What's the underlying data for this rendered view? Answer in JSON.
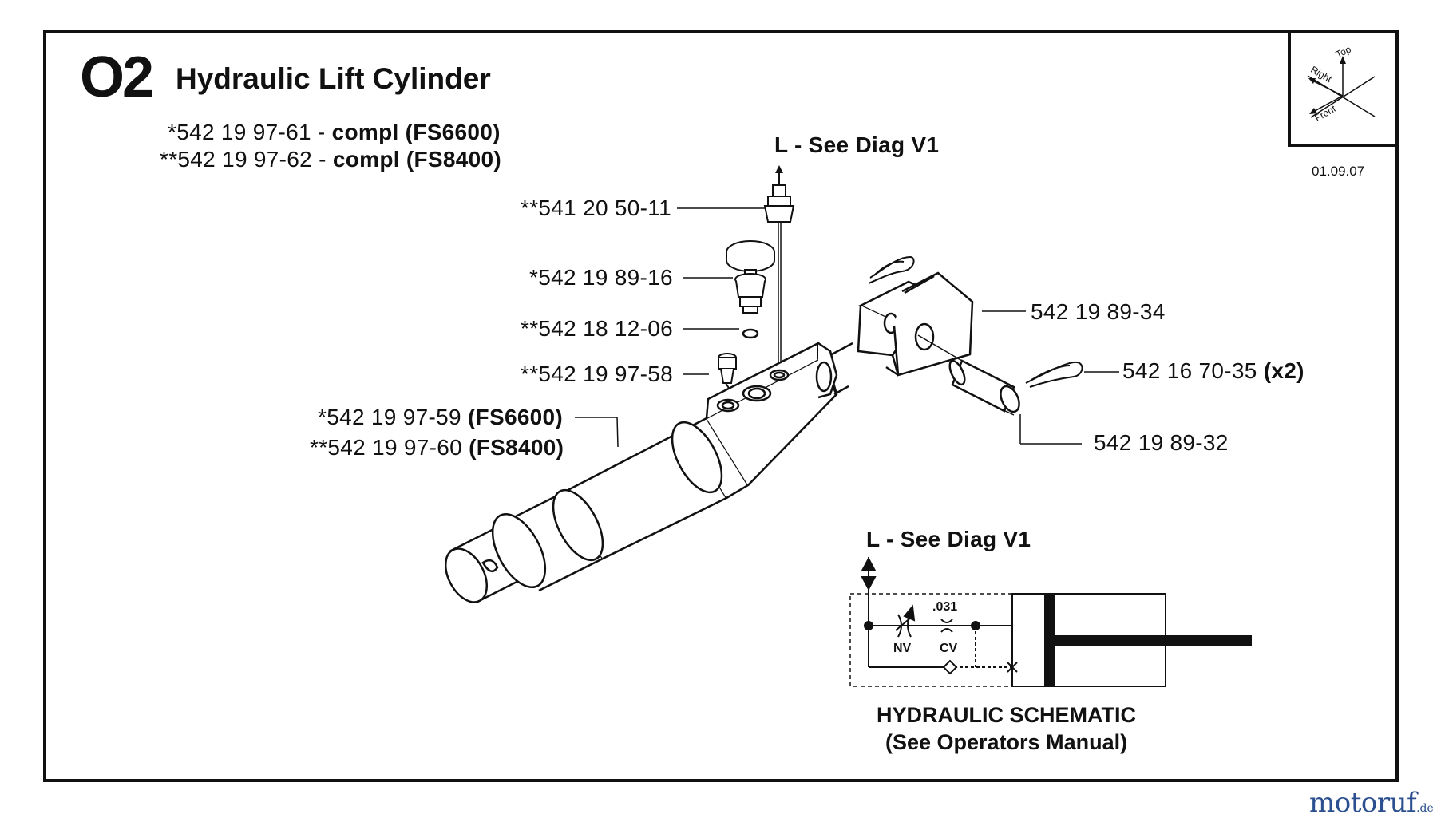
{
  "section": {
    "code": "O2",
    "title": "Hydraulic Lift Cylinder",
    "date": "01.09.07"
  },
  "assemblies": [
    {
      "prefix": "*",
      "number": "542 19 97-61",
      "sep": " - ",
      "label": "compl (FS6600)"
    },
    {
      "prefix": "**",
      "number": "542 19 97-62",
      "sep": " - ",
      "label": "compl (FS8400)"
    }
  ],
  "orientation_widget": {
    "top": "Top",
    "right": "Right",
    "front": "Front"
  },
  "parts": [
    {
      "id": "fitting",
      "prefix": "**",
      "number": "541 20 50-11"
    },
    {
      "id": "valve",
      "prefix": "*",
      "number": "542 19 89-16"
    },
    {
      "id": "oring",
      "prefix": "**",
      "number": "542 18 12-06"
    },
    {
      "id": "bleeder",
      "prefix": "**",
      "number": "542 19 97-58"
    },
    {
      "id": "cylinder-fs6600",
      "prefix": "*",
      "number": "542 19 97-59",
      "suffix": "(FS6600)"
    },
    {
      "id": "cylinder-fs8400",
      "prefix": "**",
      "number": "542 19 97-60",
      "suffix": "(FS8400)"
    },
    {
      "id": "bracket",
      "prefix": "",
      "number": "542 19 89-34"
    },
    {
      "id": "hairpin",
      "prefix": "",
      "number": "542 16 70-35",
      "suffix": "(x2)"
    },
    {
      "id": "pin",
      "prefix": "",
      "number": "542 19 89-32"
    }
  ],
  "references": {
    "top": "L - See Diag V1",
    "schematic": "L - See Diag V1"
  },
  "schematic": {
    "orifice": ".031",
    "needle_valve": "NV",
    "check_valve": "CV",
    "caption_line1": "HYDRAULIC SCHEMATIC",
    "caption_line2": "(See Operators Manual)"
  },
  "watermark": {
    "text": "motoruf",
    "suffix": ".de"
  }
}
